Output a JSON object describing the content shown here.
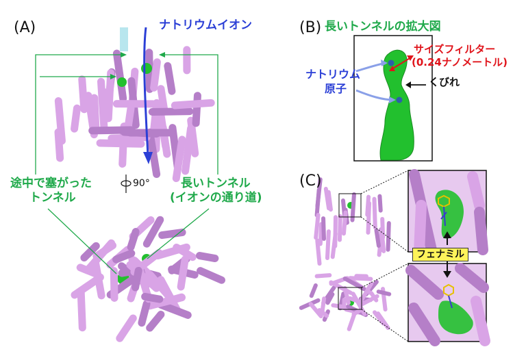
{
  "labels": {
    "panel_a": "(A)",
    "panel_b": "(B)",
    "panel_c": "(C)",
    "sodium_ion": "ナトリウムイオン",
    "rotate_90": "90°",
    "blocked_tunnel_line1": "途中で塞がった",
    "blocked_tunnel_line2": "トンネル",
    "long_tunnel_line1": "長いトンネル",
    "long_tunnel_line2": "(イオンの通り道)",
    "tunnel_zoom_title": "長いトンネルの拡大図",
    "size_filter_line1": "サイズフィルター",
    "size_filter_line2": "(0.24ナノメートル)",
    "constriction": "くびれ",
    "sodium_atom_line1": "ナトリウム",
    "sodium_atom_line2": "原子",
    "fenamil": "フェナミル"
  },
  "colors": {
    "helix": "#d9a4e6",
    "helix_dark": "#b57fc8",
    "tunnel_green": "#22c02e",
    "label_green": "#1fa94a",
    "label_blue": "#2b3fd6",
    "label_red": "#e0141b",
    "ion_blue": "#2c5fa8",
    "cyan": "#b8e6ee",
    "highlight": "#fff35a"
  }
}
